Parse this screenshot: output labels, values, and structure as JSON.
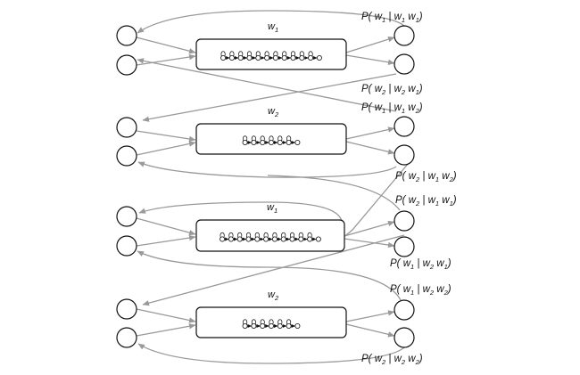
{
  "word_blocks": [
    {
      "label": "w",
      "subscript": "1",
      "states": 12
    },
    {
      "label": "w",
      "subscript": "2",
      "states": 7
    },
    {
      "label": "w",
      "subscript": "1",
      "states": 12
    },
    {
      "label": "w",
      "subscript": "2",
      "states": 7
    }
  ],
  "probabilities": [
    {
      "p": "P(",
      "a": "w",
      "as": "1",
      "sep": "|",
      "b": "w",
      "bs": "1",
      "c": "w",
      "cs": "1",
      "close": ")"
    },
    {
      "p": "P(",
      "a": "w",
      "as": "2",
      "sep": "|",
      "b": "w",
      "bs": "2",
      "c": "w",
      "cs": "1",
      "close": ")"
    },
    {
      "p": "P(",
      "a": "w",
      "as": "1",
      "sep": "|",
      "b": "w",
      "bs": "1",
      "c": "w",
      "cs": "2",
      "close": ")"
    },
    {
      "p": "P(",
      "a": "w",
      "as": "2",
      "sep": "|",
      "b": "w",
      "bs": "1",
      "c": "w",
      "cs": "2",
      "close": ")"
    },
    {
      "p": "P(",
      "a": "w",
      "as": "2",
      "sep": "|",
      "b": "w",
      "bs": "1",
      "c": "w",
      "cs": "1",
      "close": ")"
    },
    {
      "p": "P(",
      "a": "w",
      "as": "1",
      "sep": "|",
      "b": "w",
      "bs": "2",
      "c": "w",
      "cs": "1",
      "close": ")"
    },
    {
      "p": "P(",
      "a": "w",
      "as": "1",
      "sep": "|",
      "b": "w",
      "bs": "2",
      "c": "w",
      "cs": "2",
      "close": ")"
    },
    {
      "p": "P(",
      "a": "w",
      "as": "2",
      "sep": "|",
      "b": "w",
      "bs": "2",
      "c": "w",
      "cs": "2",
      "close": ")"
    }
  ],
  "colors": {
    "line": "#999999",
    "stroke": "#111111",
    "background": "#ffffff"
  }
}
